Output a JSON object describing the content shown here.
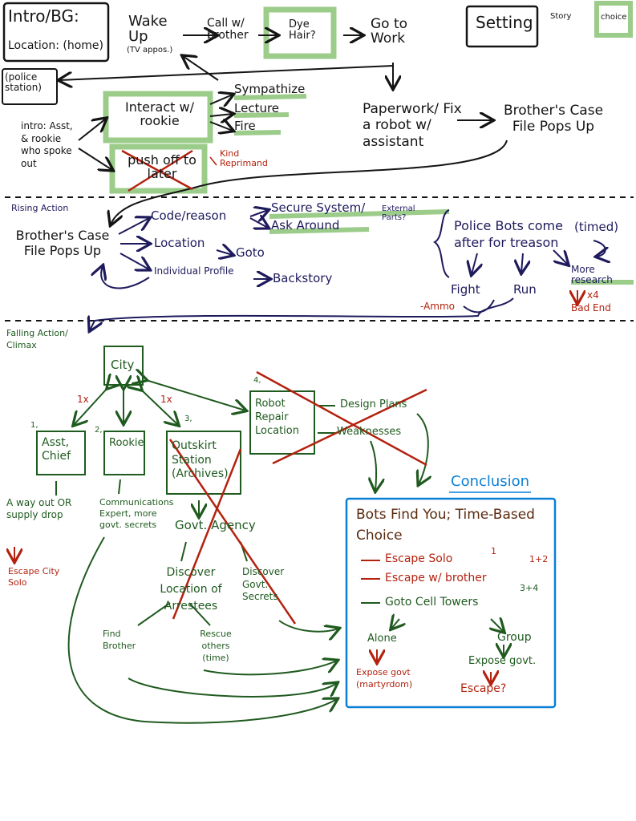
{
  "colors": {
    "ink_black": "#141414",
    "ink_navy": "#1e1a5c",
    "ink_green": "#1f5a1f",
    "ink_red": "#b3220f",
    "ink_blue": "#0a7fd6",
    "highlight_green": "#9ccc8a"
  },
  "legend": {
    "setting": "Setting",
    "story": "Story",
    "choice": "choice"
  },
  "intro": {
    "title": "Intro/BG:",
    "location": "Location: (home)",
    "wake_up": "Wake Up",
    "tv_appos": "(TV appos.)",
    "call_brother": "Call w/ brother",
    "dye_hair": "Dye Hair?",
    "go_to_work": "Go to Work",
    "police_station": "(police station)",
    "intro_asst": "intro: Asst, & rookie who spoke out",
    "interact_rookie": "Interact w/ rookie",
    "sympathize": "Sympathize",
    "lecture": "Lecture",
    "fire": "Fire",
    "push_off_later": "push off to later",
    "kind_reprimand": "Kind Reprimand",
    "paperwork": "Paperwork/ Fix a robot w/ assistant",
    "brothers_case_file": "Brother's Case File Pops Up"
  },
  "rising": {
    "heading": "Rising Action",
    "brothers_case_file": "Brother's Case File Pops Up",
    "code_reason": "Code/reason",
    "secure_system": "Secure System/",
    "external_parts": "External Parts?",
    "ask_around": "Ask Around",
    "location": "Location",
    "goto": "Goto",
    "individual_profile": "Individual Profile",
    "backstory": "Backstory",
    "police_bots": "Police Bots come after for treason",
    "timed": "(timed)",
    "fight": "Fight",
    "run": "Run",
    "more_research": "More research",
    "ammo": "-Ammo",
    "x4": "x4",
    "bad_end": "Bad End"
  },
  "falling": {
    "heading": "Falling Action/ Climax",
    "city": "City",
    "label_1x_left": "1x",
    "label_1x_right": "1x",
    "num_1": "1,",
    "num_2": "2,",
    "num_3": "3,",
    "num_4": "4,",
    "asst_chief": "Asst, Chief",
    "rookie": "Rookie",
    "outskirt_station": "Outskirt Station (Archives)",
    "robot_repair": "Robot Repair Location",
    "design_plans": "Design Plans",
    "weaknesses": "Weaknesses",
    "way_out": "A way out OR supply drop",
    "escape_city_solo": "Escape City Solo",
    "communications": "Communications Expert, more govt. secrets",
    "govt_agency": "Govt. Agency",
    "discover_location": "Discover Location of Arrestees",
    "discover_govt_secrets": "Discover Govt. Secrets",
    "find_brother": "Find Brother",
    "rescue_others": "Rescue others (time)"
  },
  "conclusion": {
    "heading": "Conclusion",
    "title": "Bots Find You; Time-Based Choice",
    "escape_solo": "Escape Solo",
    "escape_solo_note": "1",
    "escape_brother": "Escape w/ brother",
    "escape_brother_note": "1+2",
    "goto_cell_towers": "Goto Cell Towers",
    "cell_towers_note": "3+4",
    "alone": "Alone",
    "group": "Group",
    "expose_govt_alone": "Expose govt (martyrdom)",
    "expose_govt_group": "Expose govt.",
    "escape_q": "Escape?"
  }
}
